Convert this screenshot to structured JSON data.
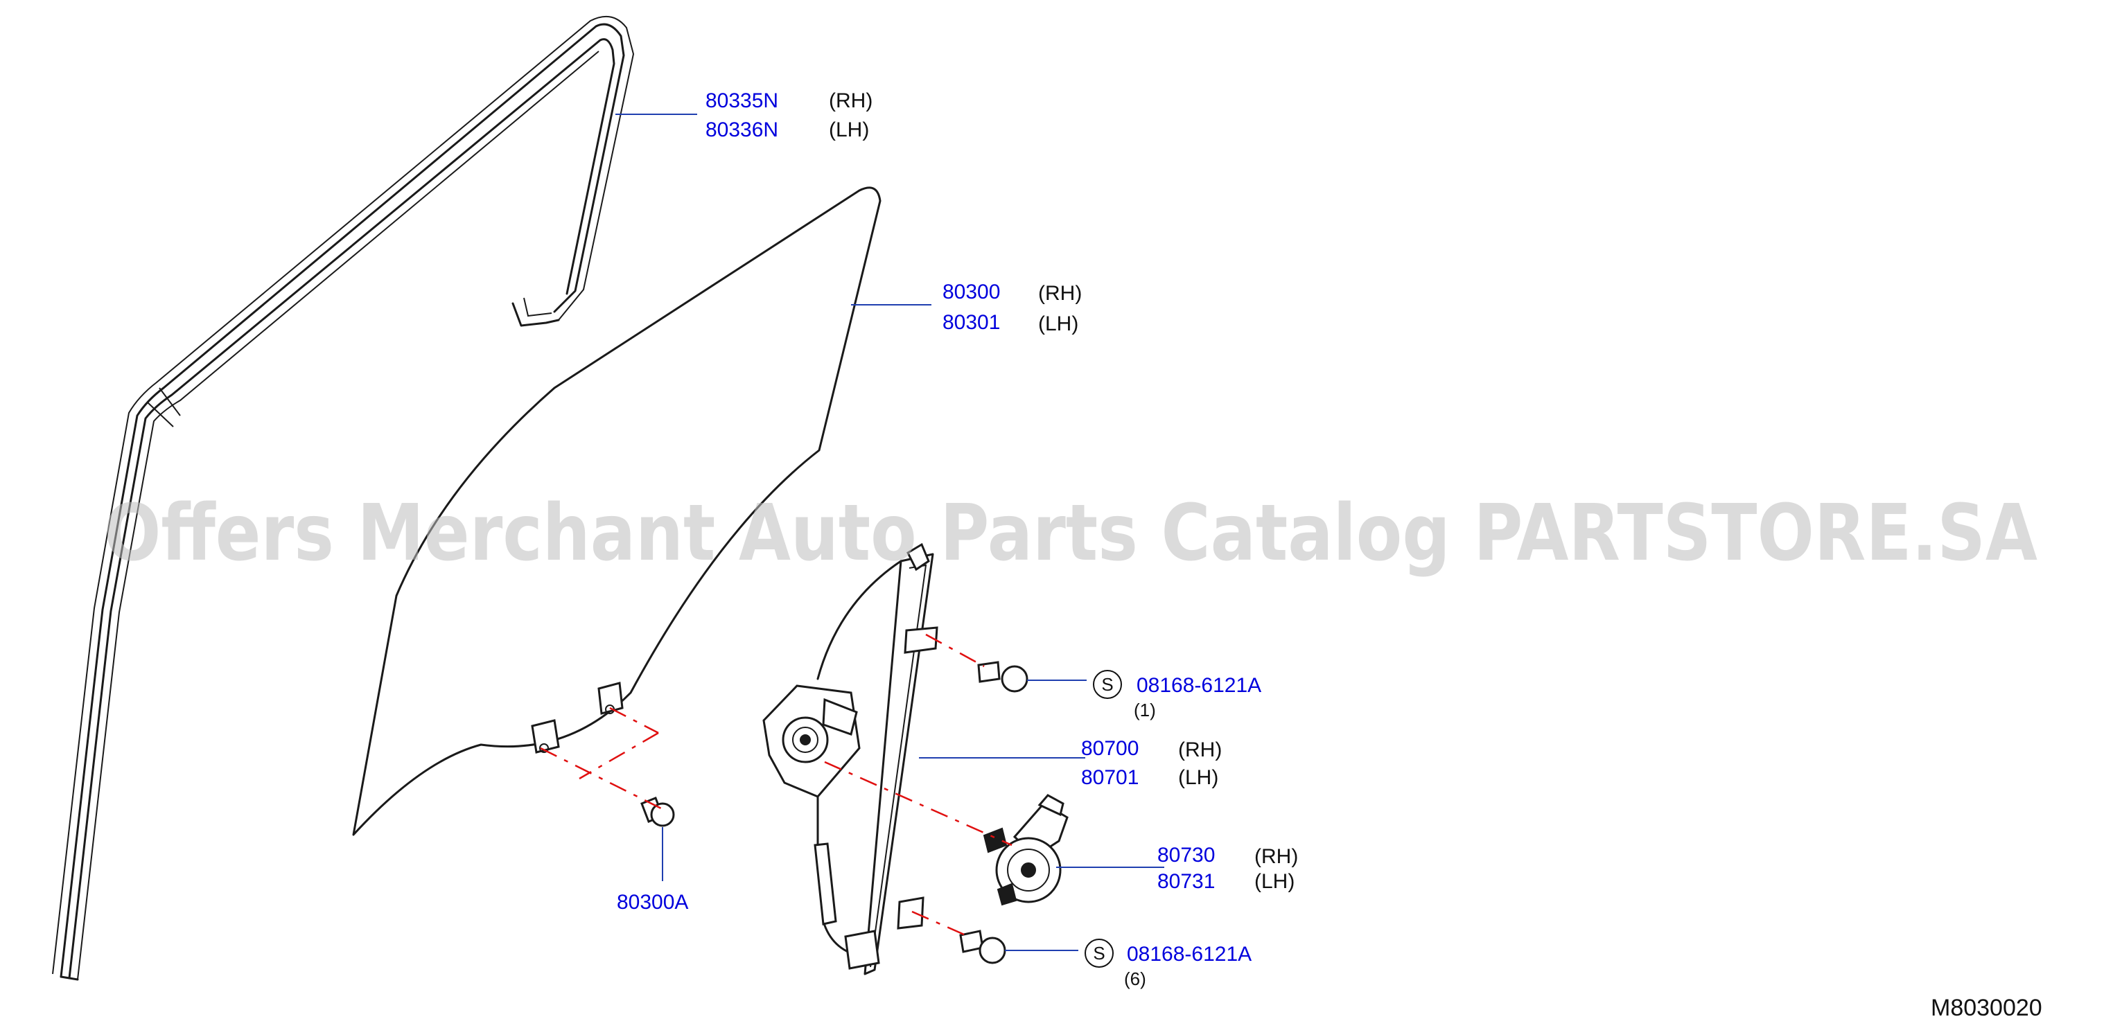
{
  "watermark": "Offers Merchant Auto Parts Catalog PARTSTORE.SA",
  "diagram_code": "M8030020",
  "callouts": {
    "sash": {
      "rh": {
        "part": "80335N",
        "side": "(RH)"
      },
      "lh": {
        "part": "80336N",
        "side": "(LH)"
      }
    },
    "glass": {
      "rh": {
        "part": "80300",
        "side": "(RH)"
      },
      "lh": {
        "part": "80301",
        "side": "(LH)"
      }
    },
    "regulator": {
      "rh": {
        "part": "80700",
        "side": "(RH)"
      },
      "lh": {
        "part": "80701",
        "side": "(LH)"
      }
    },
    "motor": {
      "rh": {
        "part": "80730",
        "side": "(RH)"
      },
      "lh": {
        "part": "80731",
        "side": "(LH)"
      }
    },
    "glass_bolt": {
      "part": "80300A"
    },
    "bolt_upper": {
      "mark": "S",
      "part": "08168-6121A",
      "qty": "(1)"
    },
    "bolt_lower": {
      "mark": "S",
      "part": "08168-6121A",
      "qty": "(6)"
    }
  }
}
